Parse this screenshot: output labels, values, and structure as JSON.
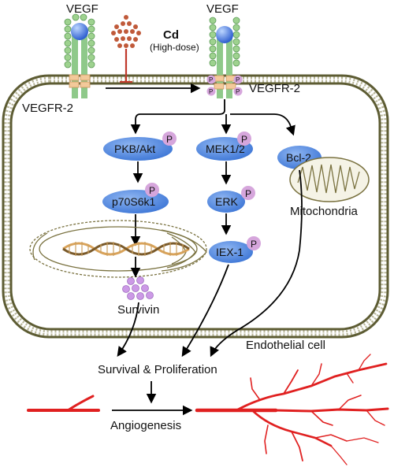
{
  "ligand_left": "VEGF",
  "ligand_right": "VEGF",
  "cd_label": "Cd",
  "cd_sublabel": "(High-dose)",
  "receptor_left": "VEGFR-2",
  "receptor_right": "VEGFR-2",
  "phospho": "P",
  "nodes": {
    "pkb": "PKB/Akt",
    "p70": "p70S6k1",
    "mek": "MEK1/2",
    "erk": "ERK",
    "iex": "IEX-1",
    "bcl": "Bcl-2"
  },
  "mitochondria": "Mitochondria",
  "survivin": "Survivin",
  "cell": "Endothelial cell",
  "outcome": "Survival & Proliferation",
  "angiogenesis": "Angiogenesis",
  "colors": {
    "node_fill": "#4a86e0",
    "phospho_fill": "#d6a6dc",
    "receptor_green": "#8fc98a",
    "receptor_orange": "#f3c99a",
    "vegf_blue": "#3b6fe0",
    "cd_dots": "#c05a3a",
    "inhibit": "#c0392b",
    "vessel": "#e02020",
    "membrane": "#6b6a3e",
    "survivin_dots": "#cc99e6"
  }
}
